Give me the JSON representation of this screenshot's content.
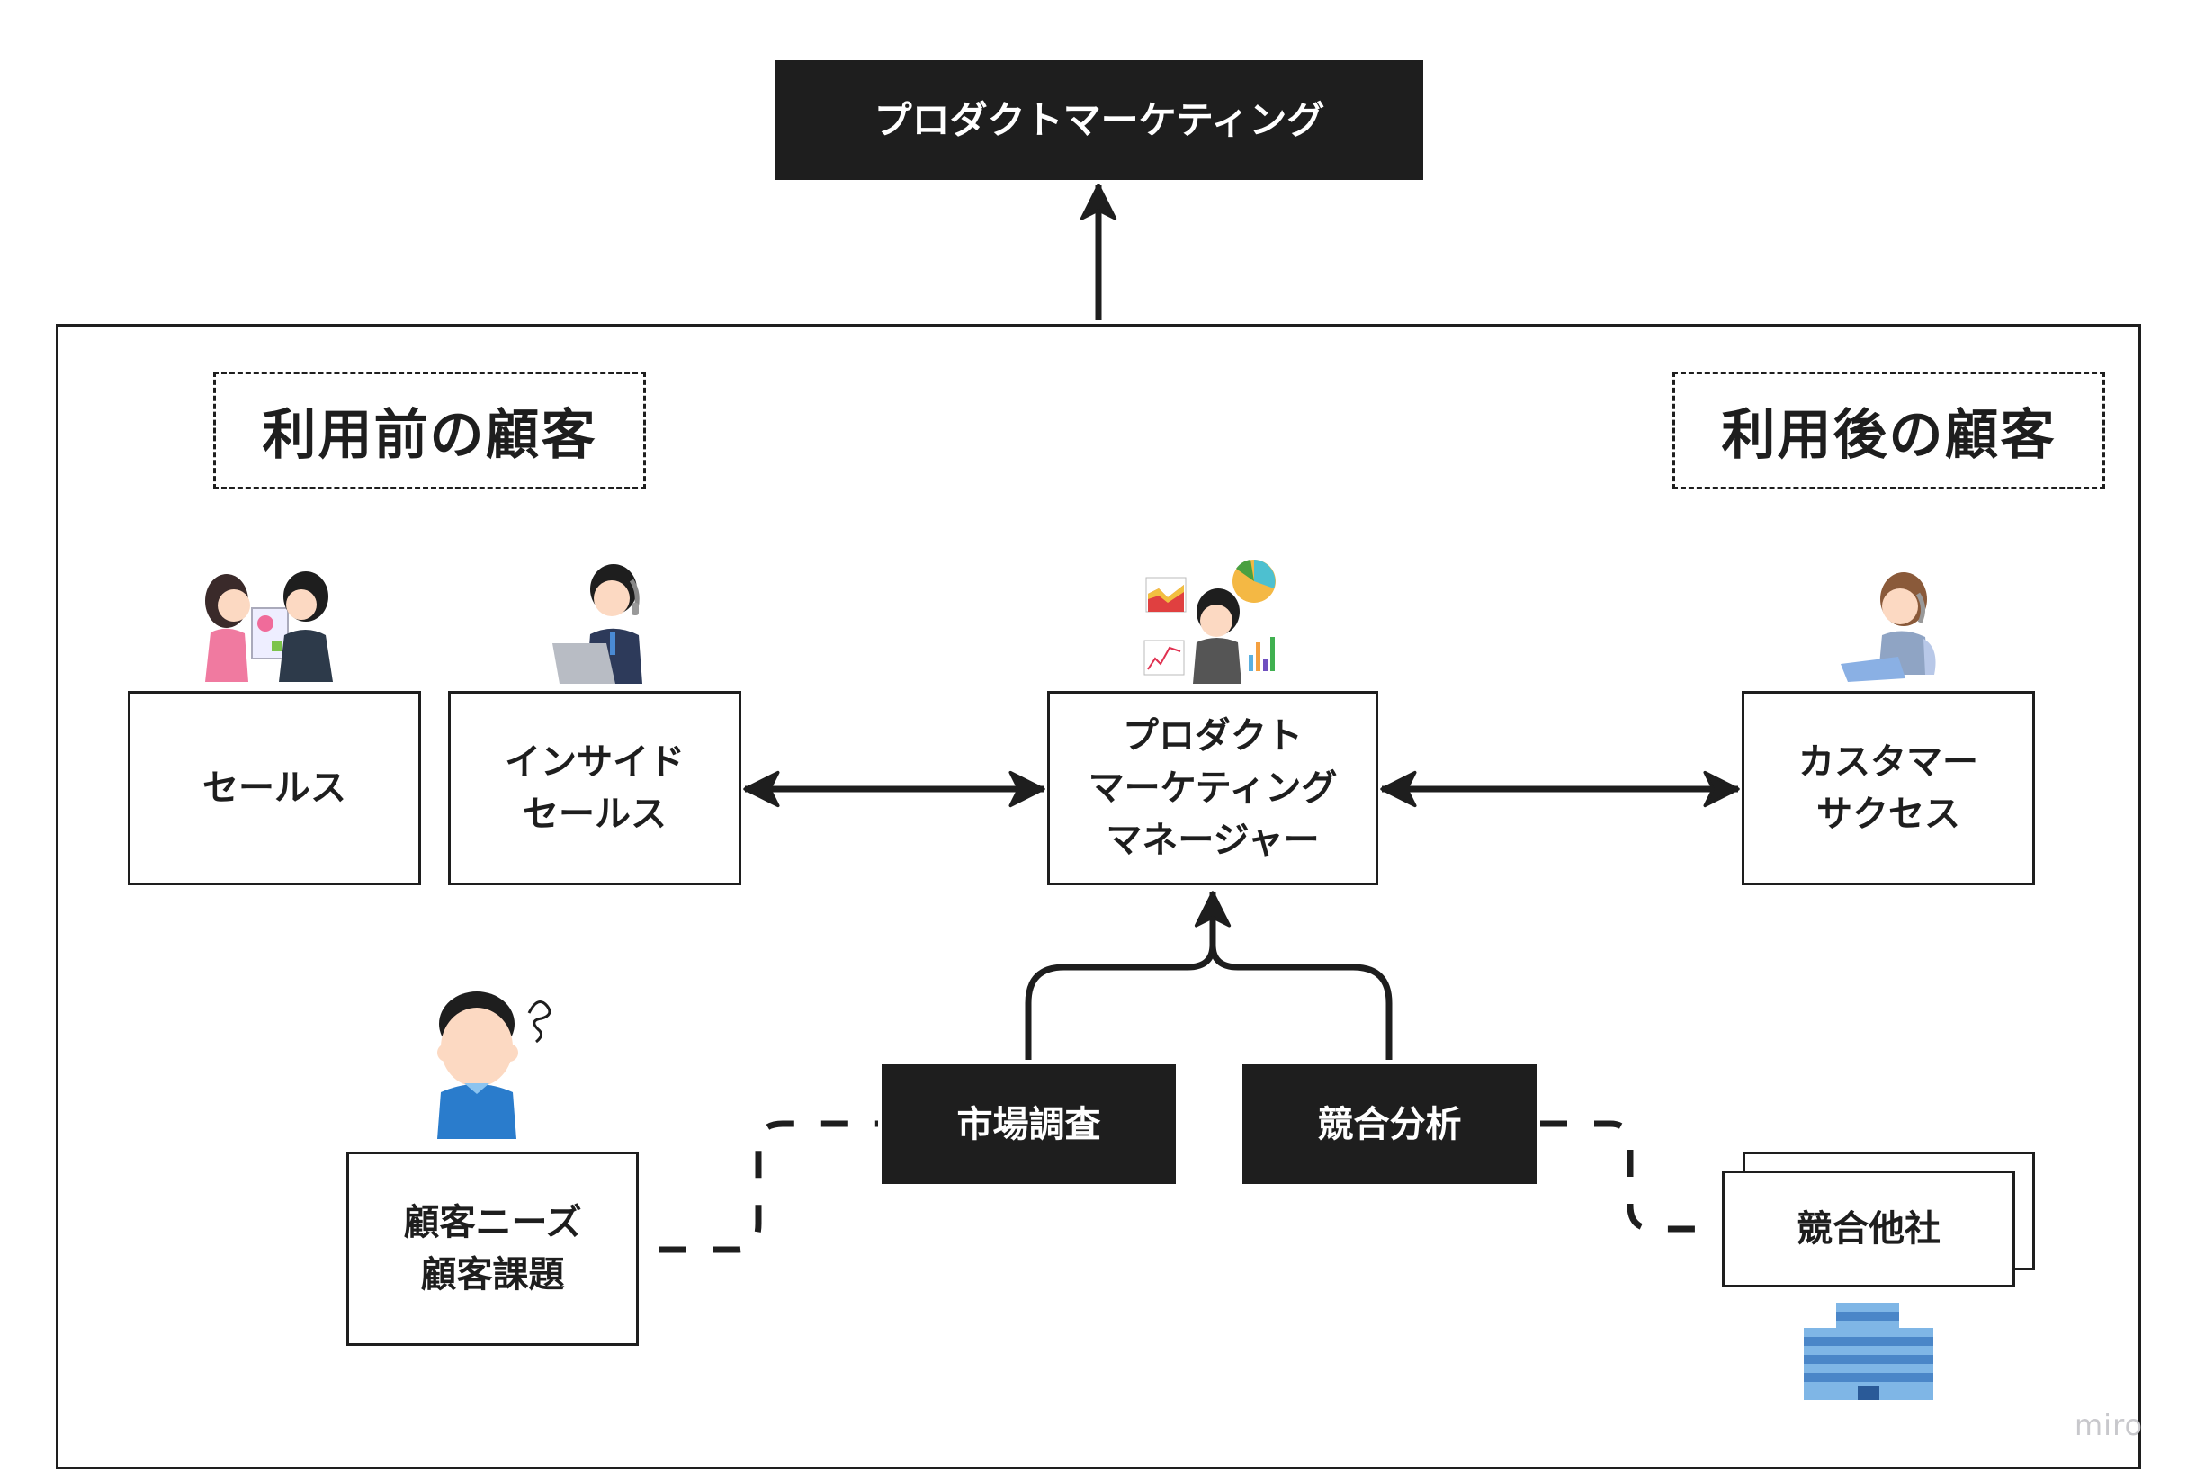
{
  "top_box": {
    "label": "プロダクトマーケティング"
  },
  "sections": {
    "before": {
      "label": "利用前の顧客"
    },
    "after": {
      "label": "利用後の顧客"
    }
  },
  "roles": {
    "sales": {
      "label": "セールス",
      "icon": "sales-meeting-illustration"
    },
    "inside_sales": {
      "label": "インサイド\nセールス",
      "icon": "headset-laptop-illustration"
    },
    "pmm": {
      "label": "プロダクト\nマーケティング\nマネージャー",
      "icon": "analyst-charts-illustration"
    },
    "customer_success": {
      "label": "カスタマー\nサクセス",
      "icon": "operator-keyboard-illustration"
    }
  },
  "inputs": {
    "market_research": {
      "label": "市場調査"
    },
    "competitive_analysis": {
      "label": "競合分析"
    }
  },
  "customer_needs": {
    "label": "顧客ニーズ\n顧客課題",
    "icon": "troubled-man-illustration"
  },
  "competitors": {
    "label": "競合他社",
    "icon": "office-building-illustration"
  },
  "watermark": "miro",
  "colors": {
    "ink": "#1e1e1e",
    "building_light": "#7fb6e6",
    "building_dark": "#4a86c8"
  }
}
